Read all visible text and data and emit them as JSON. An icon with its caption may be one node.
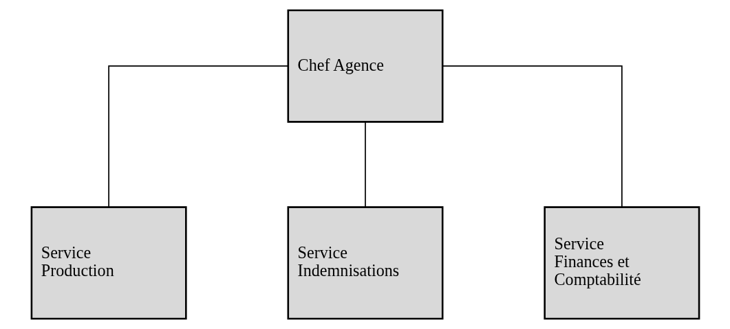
{
  "diagram": {
    "nodes": [
      {
        "text": [
          "Chef Agence"
        ]
      },
      {
        "text": [
          "Service Production"
        ]
      },
      {
        "text": [
          "Service Indemnisations"
        ]
      },
      {
        "text": [
          "Service Finances et Comptabilité"
        ]
      }
    ],
    "edges": [
      {
        "from": 0,
        "to": 1,
        "arrow": "none"
      },
      {
        "from": 0,
        "to": 2,
        "arrow": "none"
      },
      {
        "from": 0,
        "to": 3,
        "arrow": "none"
      }
    ]
  }
}
